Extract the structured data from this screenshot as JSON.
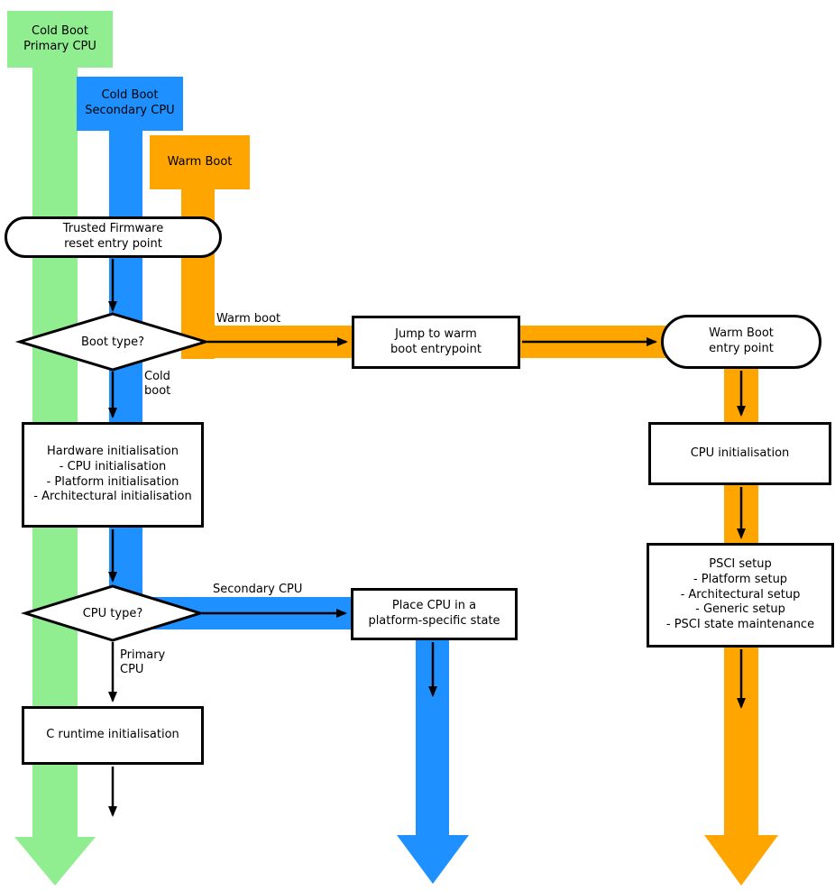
{
  "lanes": {
    "cold_boot_primary": {
      "label": "Cold Boot\nPrimary CPU",
      "color": "#90EE90"
    },
    "cold_boot_secondary": {
      "label": "Cold Boot\nSecondary CPU",
      "color": "#1E90FF"
    },
    "warm_boot": {
      "label": "Warm Boot",
      "color": "#FFA500"
    }
  },
  "nodes": {
    "reset_entry": "Trusted Firmware\nreset entry point",
    "boot_type": "Boot type?",
    "jump_warm": "Jump to warm\nboot entrypoint",
    "warm_entry": "Warm Boot\nentry point",
    "hw_init": "Hardware initialisation\n- CPU initialisation\n- Platform initialisation\n- Architectural initialisation",
    "cpu_type": "CPU type?",
    "place_cpu": "Place CPU in a\nplatform-specific state",
    "c_runtime": "C runtime initialisation",
    "cpu_init": "CPU initialisation",
    "psci_setup": "PSCI setup\n- Platform setup\n- Architectural setup\n- Generic setup\n- PSCI state maintenance"
  },
  "edge_labels": {
    "warm_boot": "Warm boot",
    "cold_boot": "Cold\nboot",
    "secondary_cpu": "Secondary CPU",
    "primary_cpu": "Primary\nCPU"
  }
}
